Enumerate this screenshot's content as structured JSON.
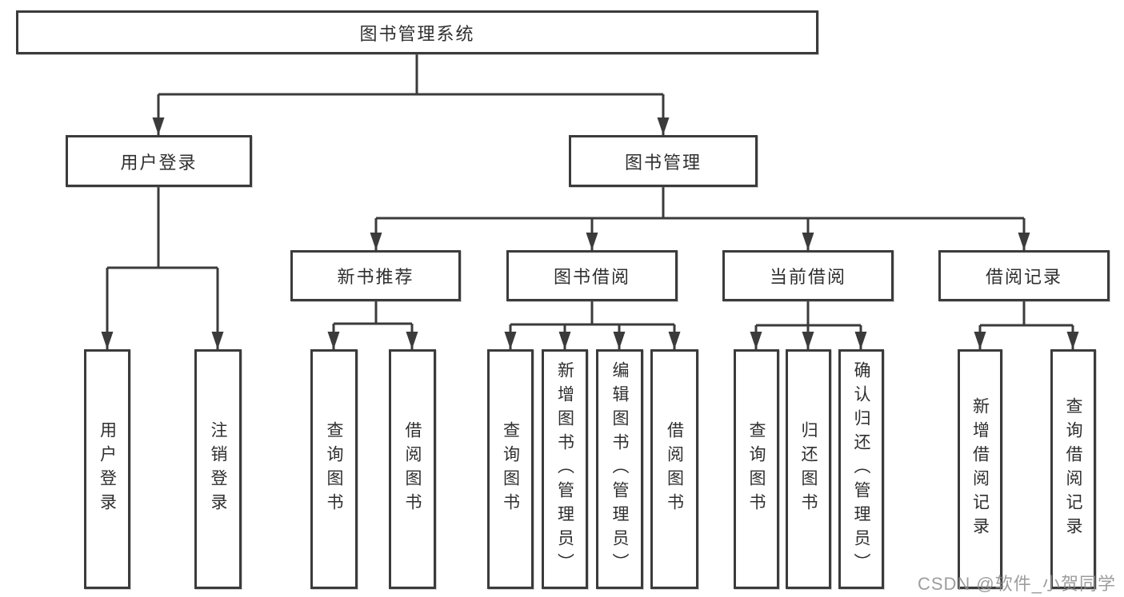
{
  "diagram": {
    "root": {
      "label": "图书管理系统"
    },
    "level2": [
      {
        "label": "用户登录"
      },
      {
        "label": "图书管理"
      }
    ],
    "level3": [
      {
        "label": "新书推荐"
      },
      {
        "label": "图书借阅"
      },
      {
        "label": "当前借阅"
      },
      {
        "label": "借阅记录"
      }
    ],
    "leaves": {
      "user_login": [
        {
          "label": "用户登录"
        },
        {
          "label": "注销登录"
        }
      ],
      "new_book_recommend": [
        {
          "label": "查询图书"
        },
        {
          "label": "借阅图书"
        }
      ],
      "book_borrow": [
        {
          "label": "查询图书"
        },
        {
          "label": "新增图书（管理员）"
        },
        {
          "label": "编辑图书（管理员）"
        },
        {
          "label": "借阅图书"
        }
      ],
      "current_borrow": [
        {
          "label": "查询图书"
        },
        {
          "label": "归还图书"
        },
        {
          "label": "确认归还（管理员）"
        }
      ],
      "borrow_records": [
        {
          "label": "新增借阅记录"
        },
        {
          "label": "查询借阅记录"
        }
      ]
    }
  },
  "watermark": "CSDN @软件_小贺同学",
  "colors": {
    "line": "#3b3b3b",
    "text": "#2f2f2f",
    "watermark": "#8c8c8c",
    "background": "#ffffff"
  }
}
